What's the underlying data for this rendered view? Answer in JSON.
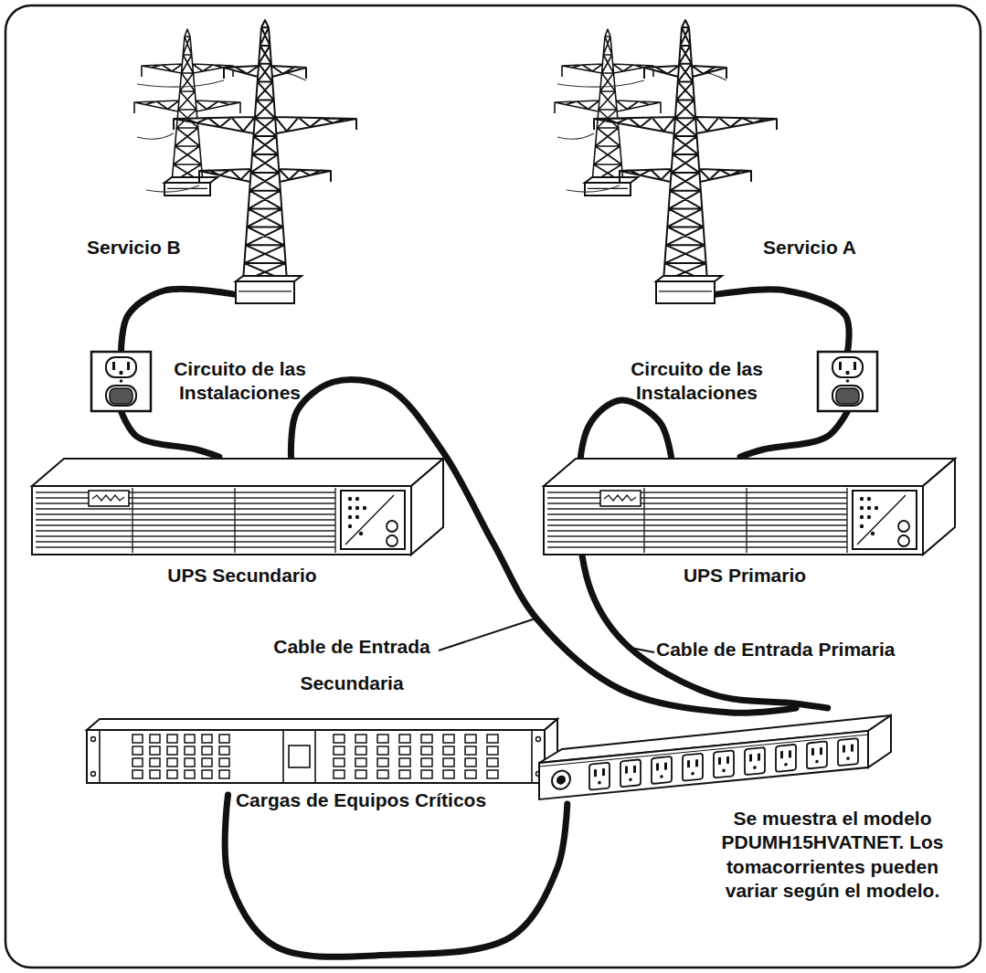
{
  "diagram": {
    "nodes": [
      {
        "text": [
          "Servicio B"
        ]
      },
      {
        "text": [
          "Servicio A"
        ]
      },
      {
        "text": [
          "Circuito de las Instalaciones"
        ]
      },
      {
        "text": [
          "Circuito de las Instalaciones"
        ]
      },
      {
        "text": [
          "UPS Secundario"
        ]
      },
      {
        "text": [
          "UPS Primario"
        ]
      },
      {
        "text": [
          "Cargas de Equipos Críticos"
        ]
      },
      {
        "text": [
          "Se muestra el modelo PDUMH15HVATNET. Los tomacorrientes pueden variar según el modelo."
        ]
      }
    ],
    "edges": [
      {
        "from": 0,
        "to": 2,
        "arrow": "none"
      },
      {
        "from": 1,
        "to": 3,
        "arrow": "none"
      },
      {
        "from": 2,
        "to": 4,
        "arrow": "none"
      },
      {
        "from": 3,
        "to": 5,
        "arrow": "none"
      },
      {
        "from": 4,
        "to": 7,
        "arrow": "none"
      },
      {
        "from": 5,
        "to": 7,
        "arrow": "none"
      },
      {
        "from": 7,
        "to": 6,
        "arrow": "none"
      }
    ],
    "labels": [
      "Cable de Entrada Secundaria",
      "Cable de Entrada Primaria"
    ]
  }
}
